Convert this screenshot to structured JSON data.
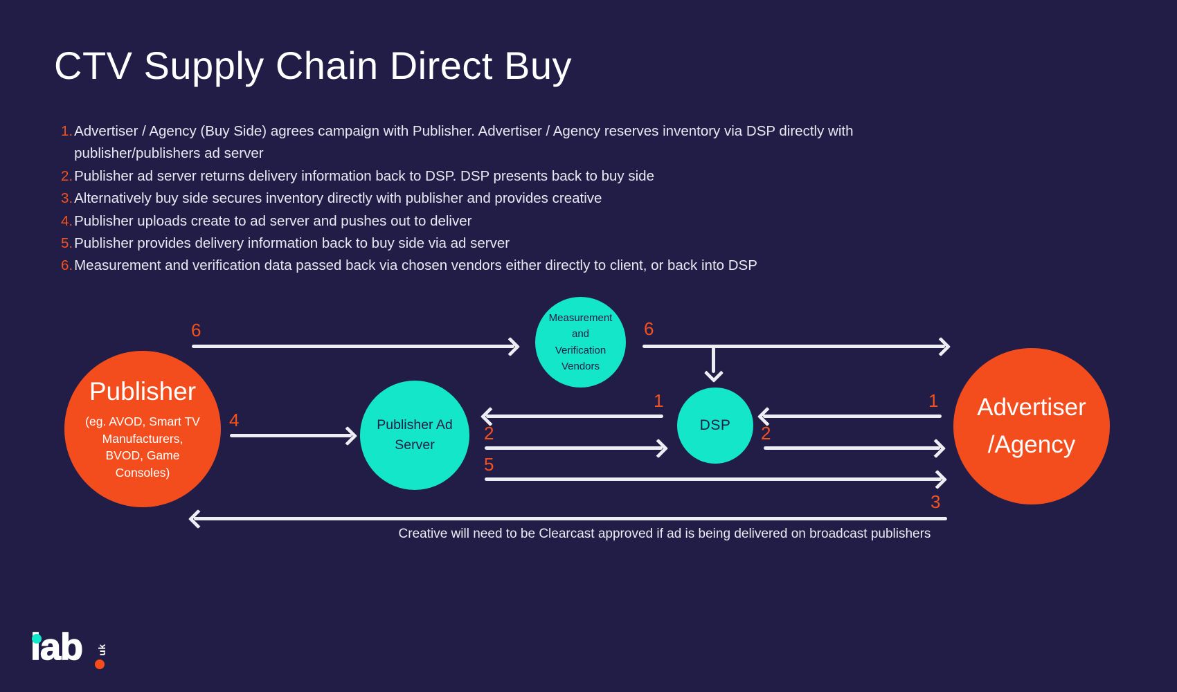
{
  "title": "CTV Supply Chain Direct Buy",
  "steps": [
    {
      "num": "1.",
      "text": "Advertiser / Agency (Buy Side) agrees campaign with Publisher. Advertiser / Agency reserves inventory via DSP directly with publisher/publishers ad server"
    },
    {
      "num": "2.",
      "text": "Publisher ad server returns delivery information back to DSP. DSP presents back to buy side"
    },
    {
      "num": "3.",
      "text": "Alternatively buy side secures inventory directly with publisher and provides creative"
    },
    {
      "num": "4.",
      "text": "Publisher uploads create to ad server and pushes out to deliver"
    },
    {
      "num": "5.",
      "text": "Publisher provides delivery information back to buy side via ad server"
    },
    {
      "num": "6.",
      "text": "Measurement and verification data passed back via chosen vendors either directly to client, or back into DSP"
    }
  ],
  "nodes": {
    "publisher": {
      "title": "Publisher",
      "subtitle_lines": [
        "(eg. AVOD, Smart TV",
        "Manufacturers,",
        "BVOD, Game",
        "Consoles)"
      ]
    },
    "publisher_ad_server": {
      "lines": [
        "Publisher Ad",
        "Server"
      ]
    },
    "vendors": {
      "lines": [
        "Measurement",
        "and",
        "Verification",
        "Vendors"
      ]
    },
    "dsp": {
      "label": "DSP"
    },
    "advertiser": {
      "lines": [
        "Advertiser",
        "/Agency"
      ]
    }
  },
  "flow_labels": {
    "f6_left": "6",
    "f6_right": "6",
    "f1_left": "1",
    "f2_left": "2",
    "f5": "5",
    "f1_right": "1",
    "f2_right": "2",
    "f4": "4",
    "f3": "3"
  },
  "footnote": "Creative will need to be Clearcast approved if ad is being delivered on broadcast publishers",
  "logo": {
    "brand": "iab",
    "region": "uk"
  },
  "colors": {
    "background": "#221d47",
    "orange": "#f44d1d",
    "teal": "#14e6c9",
    "arrow_white": "#efedf4",
    "label_orange": "#f4511c"
  }
}
